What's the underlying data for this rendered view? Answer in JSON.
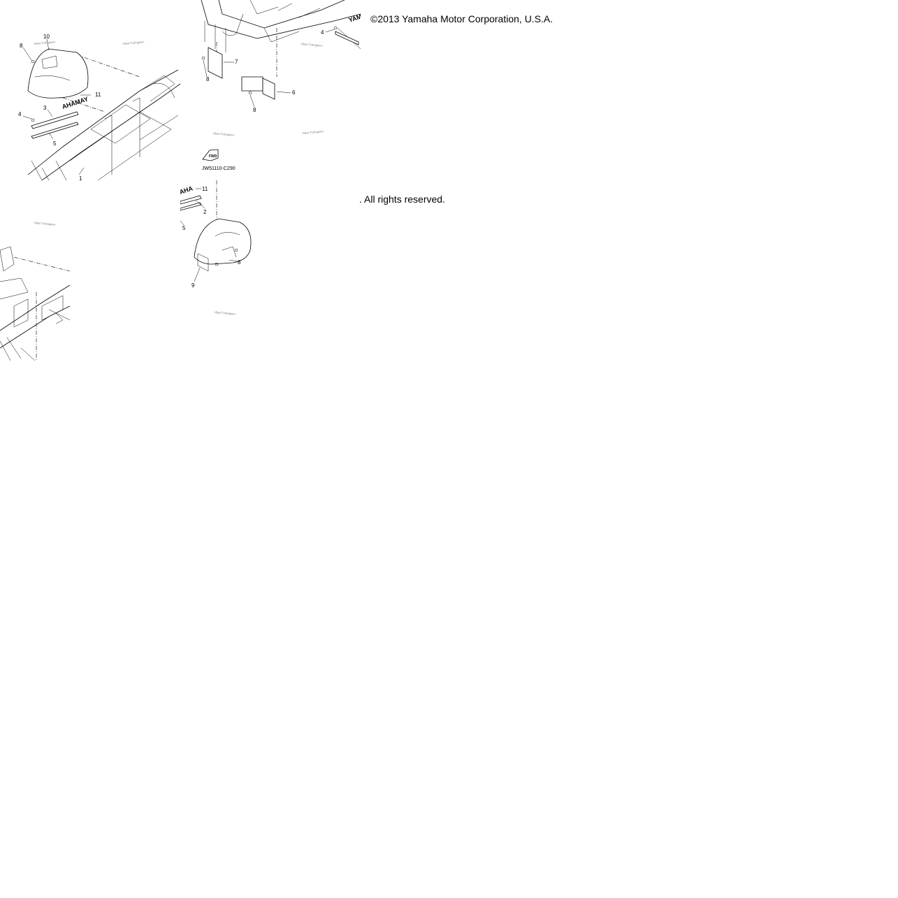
{
  "notice": {
    "copyright": "©2013 Yamaha Motor Corporation, U.S.A.",
    "rights": ". All rights reserved."
  },
  "diagram": {
    "code": "JW51110-C290",
    "fwd_text": "FWD",
    "decal_text_left": "AHAMAY",
    "decal_text_right": "YAM",
    "decal_text_bottom": "AHA",
    "watermark": "<Best TrxEngine>",
    "callouts": {
      "c1": "1",
      "c2": "2",
      "c3": "3",
      "c4": "4",
      "c5": "5",
      "c6": "6",
      "c7": "7",
      "c8": "8",
      "c9": "9",
      "c10": "10",
      "c11": "11"
    }
  }
}
